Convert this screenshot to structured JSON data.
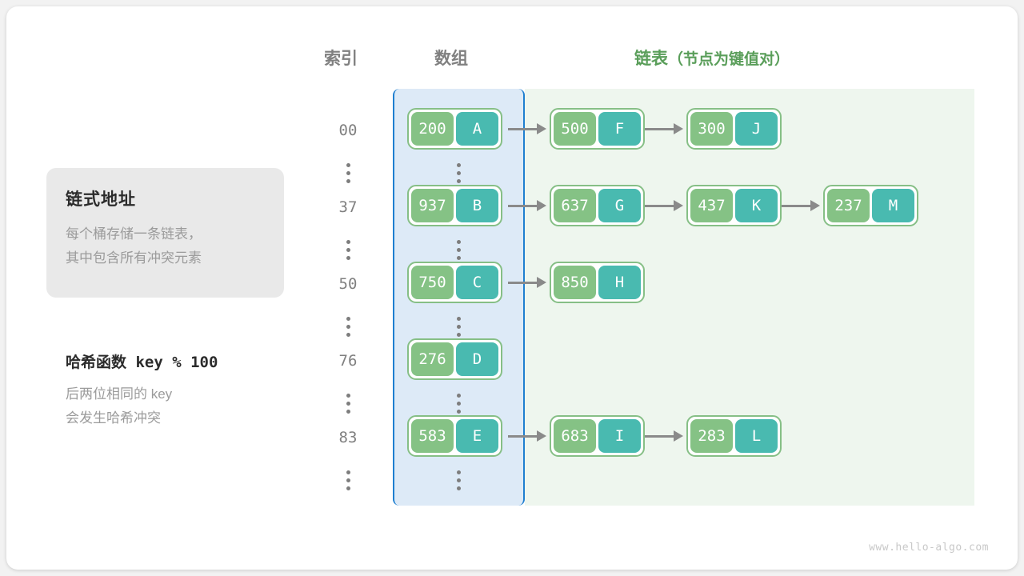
{
  "headers": {
    "index": "索引",
    "array": "数组",
    "list_main": "链表",
    "list_sub": "（节点为键值对）"
  },
  "info_panel": {
    "title": "链式地址",
    "body": "每个桶存储一条链表，\n其中包含所有冲突元素"
  },
  "hash_note": {
    "title": "哈希函数 key % 100",
    "body": "后两位相同的 key\n会发生哈希冲突"
  },
  "colors": {
    "array_region_bg": "#ddeaf7",
    "array_region_border": "#1f7fd0",
    "list_region_bg": "#eef6ee",
    "node_border": "#86bf86",
    "key_cell": "#85c285",
    "value_cell": "#49bab0",
    "arrow": "#8a8a8a",
    "header_gray": "#808080",
    "header_green": "#5a9e5a",
    "info_box_bg": "#e9e9e9"
  },
  "rows": [
    {
      "index": "00",
      "bucket": {
        "key": "200",
        "value": "A"
      },
      "chain": [
        {
          "key": "500",
          "value": "F"
        },
        {
          "key": "300",
          "value": "J"
        }
      ]
    },
    {
      "index": "37",
      "bucket": {
        "key": "937",
        "value": "B"
      },
      "chain": [
        {
          "key": "637",
          "value": "G"
        },
        {
          "key": "437",
          "value": "K"
        },
        {
          "key": "237",
          "value": "M"
        }
      ]
    },
    {
      "index": "50",
      "bucket": {
        "key": "750",
        "value": "C"
      },
      "chain": [
        {
          "key": "850",
          "value": "H"
        }
      ]
    },
    {
      "index": "76",
      "bucket": {
        "key": "276",
        "value": "D"
      },
      "chain": []
    },
    {
      "index": "83",
      "bucket": {
        "key": "583",
        "value": "E"
      },
      "chain": [
        {
          "key": "683",
          "value": "I"
        },
        {
          "key": "283",
          "value": "L"
        }
      ]
    }
  ],
  "ellipsis_symbol": "⋮",
  "watermark": "www.hello-algo.com"
}
